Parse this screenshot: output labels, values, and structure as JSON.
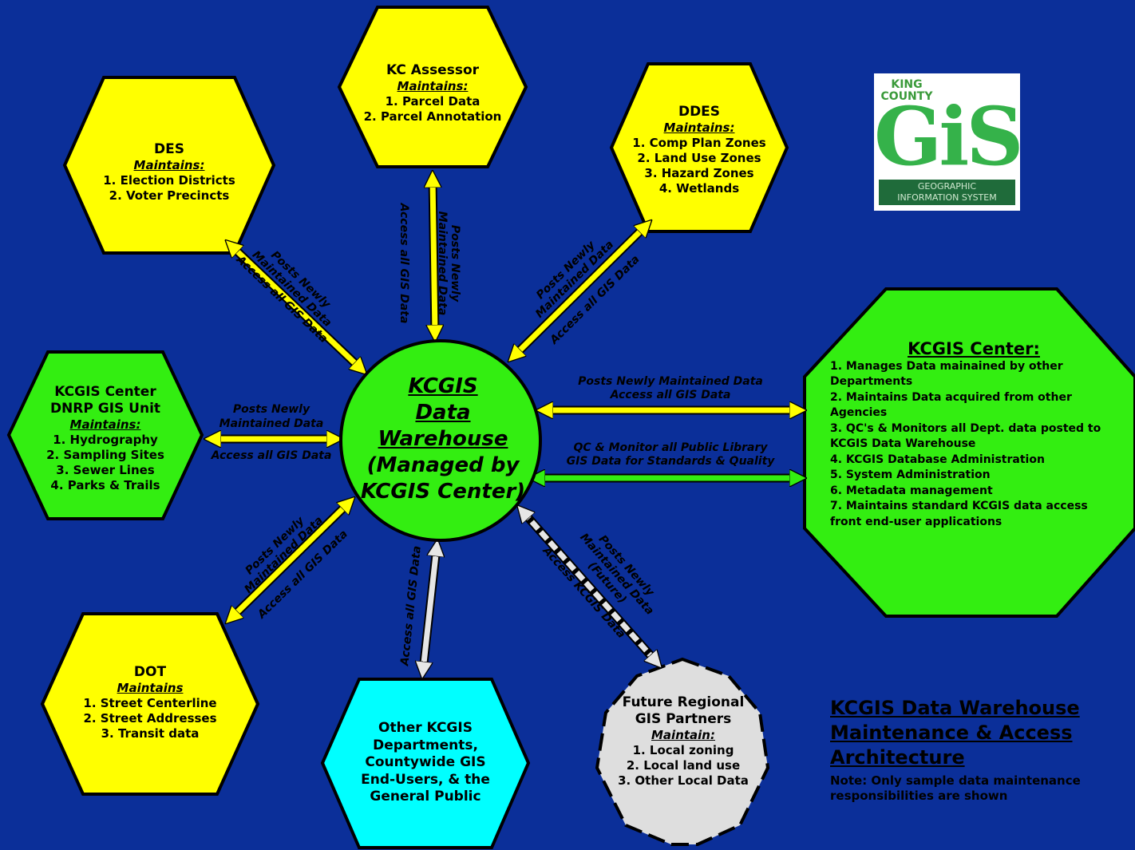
{
  "nodes": {
    "assessor": {
      "title": "KC Assessor",
      "subtitle": "Maintains:",
      "items": [
        "1. Parcel Data",
        "2. Parcel Annotation"
      ]
    },
    "des": {
      "title": "DES",
      "subtitle": "Maintains:",
      "items": [
        "1. Election Districts",
        "2. Voter Precincts"
      ]
    },
    "ddes": {
      "title": "DDES",
      "subtitle": "Maintains:",
      "items": [
        "1. Comp Plan Zones",
        "2. Land Use Zones",
        "3. Hazard Zones",
        "4. Wetlands"
      ]
    },
    "dnrp": {
      "title_line1": "KCGIS Center",
      "title_line2": "DNRP GIS Unit",
      "subtitle": "Maintains:",
      "items": [
        "1. Hydrography",
        "2. Sampling Sites",
        "3. Sewer Lines",
        "4. Parks & Trails"
      ]
    },
    "dot": {
      "title": "DOT",
      "subtitle": "Maintains",
      "items": [
        "1. Street Centerline",
        "2. Street Addresses",
        "3. Transit data"
      ]
    },
    "other": {
      "lines": [
        "Other KCGIS",
        "Departments,",
        "Countywide GIS",
        "End-Users, & the",
        "General Public"
      ]
    },
    "future": {
      "title_line1": "Future Regional",
      "title_line2": "GIS Partners",
      "subtitle": "Maintain:",
      "items": [
        "1. Local zoning",
        "2. Local land use",
        "3. Other Local Data"
      ]
    }
  },
  "center": {
    "lines": [
      "KCGIS",
      "Data",
      "Warehouse",
      "(Managed by",
      "KCGIS Center)"
    ]
  },
  "kcgis_center": {
    "title": "KCGIS Center:",
    "items": [
      "1. Manages Data mainained by other Departments",
      "2. Maintains Data acquired from other Agencies",
      "3. QC's & Monitors all Dept. data posted to KCGIS Data Warehouse",
      "4.  KCGIS Database Administration",
      "5. System Administration",
      "6. Metadata management",
      "7. Maintains standard KCGIS data access front end-user applications"
    ]
  },
  "edge_labels": {
    "posts_newly": "Posts Newly",
    "maintained_data": "Maintained Data",
    "access_all": "Access all GIS Data",
    "posts_full": "Posts Newly Maintained Data",
    "qc_line1": "QC & Monitor all Public Library",
    "qc_line2": "GIS Data for Standards & Quality",
    "future_tag": "(Future)",
    "access_kcgis": "Access KCGIS Data"
  },
  "title_block": {
    "title": "KCGIS Data Warehouse Maintenance & Access Architecture",
    "note": "Note: Only sample data maintenance responsibilities are shown"
  },
  "logo": {
    "line1": "KING",
    "line2": "COUNTY",
    "mark": "GiS",
    "band1": "GEOGRAPHIC",
    "band2": "INFORMATION SYSTEM"
  },
  "colors": {
    "background": "#0b2f99",
    "yellow": "#ffff00",
    "green": "#33ee11",
    "cyan": "#00ffff",
    "grey": "#dedede",
    "arrow_grey": "#e6e6e6"
  }
}
